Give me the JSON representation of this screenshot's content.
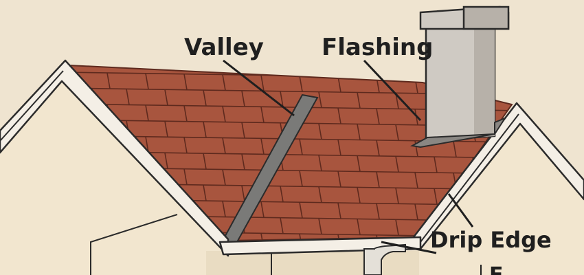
{
  "labels": {
    "valley": "Valley",
    "flashing": "Flashing",
    "drip_edge": "Drip Edge",
    "partial": "F"
  },
  "colors": {
    "background": "#efe4d0",
    "wall": "#f2e6cf",
    "wall_shade": "#e2d2b6",
    "shingle": "#a8553e",
    "shingle_line": "#5e2a1e",
    "valley_metal": "#7a7a78",
    "chimney": "#cfcac3",
    "chimney_shade": "#b7b1a9",
    "trim": "#f4efe6",
    "outline": "#2b2b2b"
  }
}
